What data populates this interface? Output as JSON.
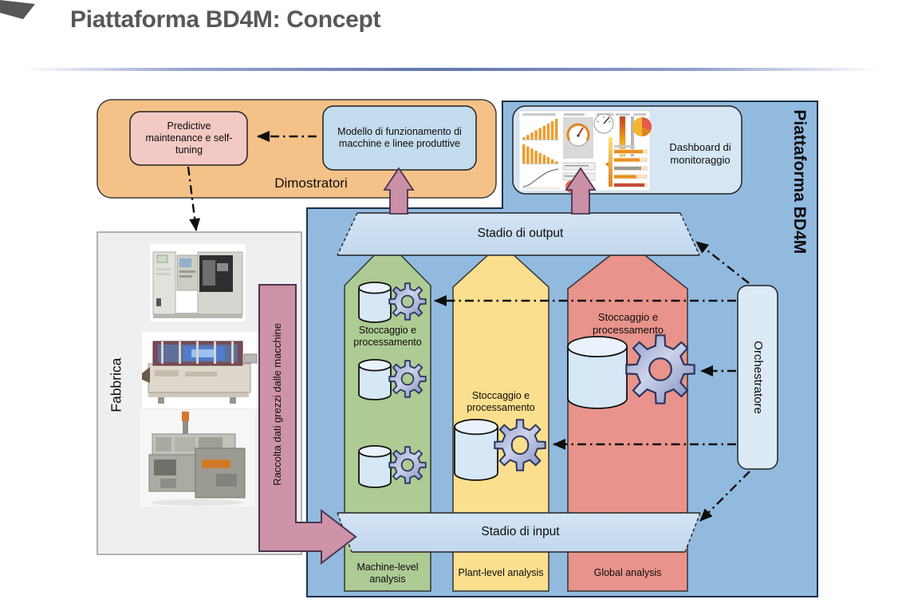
{
  "title": "Piattaforma BD4M: Concept",
  "dimostratori": {
    "label": "Dimostratori",
    "predictive_box": "Predictive maintenance e self-tuning",
    "modello_box": "Modello di funzionamento di macchine e linee produttive"
  },
  "dashboard": {
    "label": "Dashboard di monitoraggio"
  },
  "platform": {
    "name": "Piattaforma BD4M",
    "output_stage": "Stadio di output",
    "input_stage": "Stadio di input",
    "orchestratore": "Orchestratore",
    "pipelines": [
      {
        "name": "machine-level",
        "storage_label": "Stoccaggio e processamento",
        "analysis_label": "Machine-level analysis",
        "color": "#AECB94"
      },
      {
        "name": "plant-level",
        "storage_label": "Stoccaggio e processamento",
        "analysis_label": "Plant-level analysis",
        "color": "#FBDF8E"
      },
      {
        "name": "global",
        "storage_label": "Stoccaggio e processamento",
        "analysis_label": "Global analysis",
        "color": "#E8938B"
      }
    ]
  },
  "fabbrica": {
    "label": "Fabbrica",
    "collection_arrow": "Raccolta dati grezzi dalle macchine"
  },
  "icons": {
    "database": "database-icon",
    "gear": "gear-icon",
    "arrowhead": "arrowhead-icon"
  },
  "colors": {
    "platform_blue": "#92BADF",
    "stage_blue": "#CADEF1",
    "modello_blue": "#C3DCEE",
    "dashboard_blue": "#D7E6F4",
    "dimostratori_orange": "#F4C289",
    "predictive_pink": "#F3C9C4",
    "pipeline_green": "#AECB94",
    "pipeline_yellow": "#FBDF8E",
    "pipeline_red": "#E8938B",
    "arrow_pink": "#CB8FA6",
    "fabbrica_gray": "#EFEFEF",
    "title_gray": "#57585a"
  }
}
